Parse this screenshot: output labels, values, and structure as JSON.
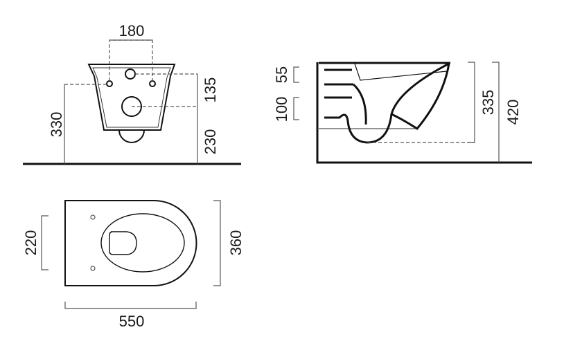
{
  "front_view": {
    "hole_spacing": "180",
    "fixing_height": "330",
    "inlet_offset": "135",
    "outlet_height": "230"
  },
  "side_view": {
    "upper_inlet": "55",
    "lower_inlet": "100",
    "bottom_height": "335",
    "top_height": "420"
  },
  "plan_view": {
    "seat_hole_spacing": "220",
    "width": "360",
    "length": "550"
  },
  "colors": {
    "line": "#111111",
    "dimension": "#555555"
  }
}
